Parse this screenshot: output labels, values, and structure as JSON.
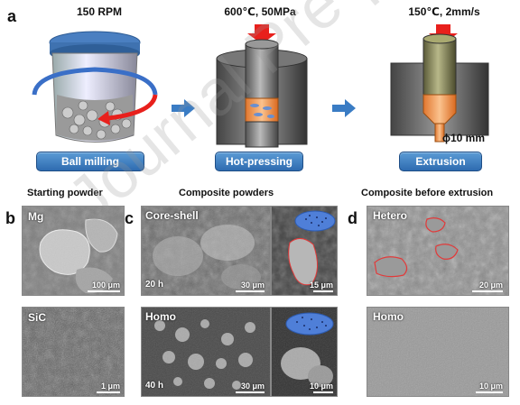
{
  "panel_a": {
    "letter": "a",
    "steps": [
      {
        "condition": "150 RPM",
        "label": "Ball milling"
      },
      {
        "condition": "600℃, 50MPa",
        "label": "Hot-pressing"
      },
      {
        "condition": "150℃, 2mm/s",
        "label": "Extrusion"
      }
    ],
    "diameter": "ϕ10 mm",
    "colors": {
      "accent_red": "#e8201c",
      "pill_blue": "#2e6bb0",
      "arrow_blue": "#3a7cc4"
    }
  },
  "panel_b": {
    "letter": "b",
    "title": "Starting powder",
    "images": [
      {
        "label": "Mg",
        "scale": "100 μm"
      },
      {
        "label": "SiC",
        "scale": "1 μm"
      }
    ]
  },
  "panel_c": {
    "letter": "c",
    "title": "Composite powders",
    "rows": [
      {
        "label": "Core-shell",
        "time": "20 h",
        "scale_main": "30 μm",
        "scale_inset": "15 μm"
      },
      {
        "label": "Homo",
        "time": "40 h",
        "scale_main": "30 μm",
        "scale_inset": "10 μm"
      }
    ]
  },
  "panel_d": {
    "letter": "d",
    "title": "Composite before extrusion",
    "images": [
      {
        "label": "Hetero",
        "scale": "20 μm"
      },
      {
        "label": "Homo",
        "scale": "10 μm"
      }
    ]
  },
  "watermark": "Journal Pre-proof"
}
